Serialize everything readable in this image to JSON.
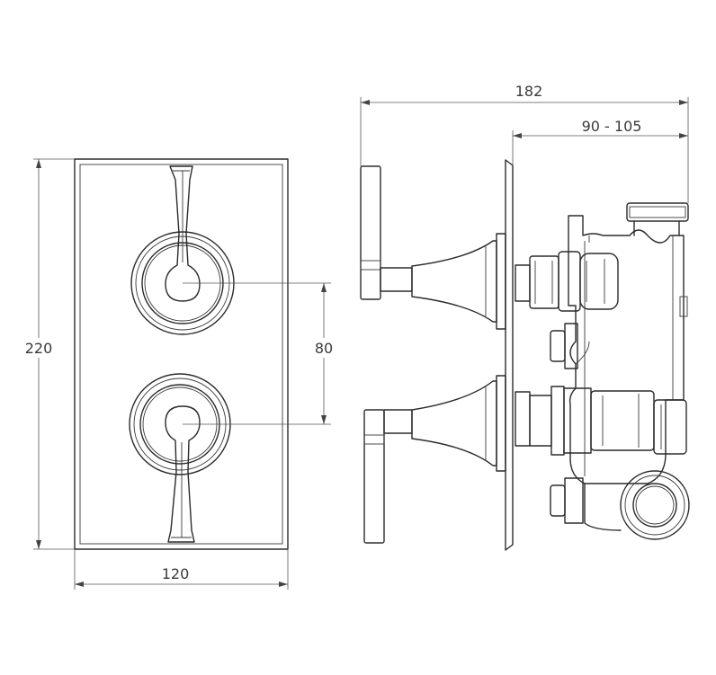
{
  "dimensions": {
    "overall_depth": "182",
    "projection": "90 - 105",
    "plate_height": "220",
    "plate_width": "120",
    "handle_spacing": "80"
  }
}
